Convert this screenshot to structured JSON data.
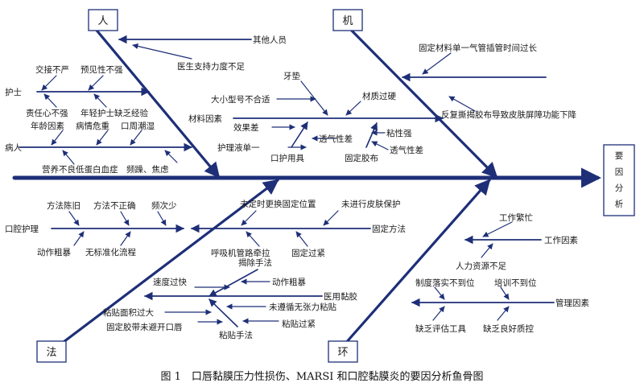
{
  "caption": "图 1　口唇黏膜压力性损伤、MARSI 和口腔黏膜炎的要因分析鱼骨图",
  "effect": "要因分析",
  "effect_chars": [
    "要",
    "因",
    "分",
    "析"
  ],
  "categories": {
    "ren": "人",
    "ji": "机",
    "fa": "法",
    "huan": "环"
  },
  "ren": {
    "other": "其他人员",
    "doctor": "医生支持力度不足",
    "nurse": "护士",
    "nurse_c1": "交接不严",
    "nurse_c2": "预见性不强",
    "nurse_c3": "责任心不强",
    "nurse_c4": "年轻护士缺乏经验",
    "patient": "病人",
    "pat_c1": "年龄因素",
    "pat_c2": "病情危重",
    "pat_c3": "口周潮湿",
    "pat_c4": "营养不良低蛋白血症　频躁、焦虑"
  },
  "ji": {
    "tube": "固定材料单一气管插管时间过长",
    "tape_repeat": "反复撕揭胶布导致皮肤屏障功能下降",
    "material": "材料因素",
    "pad": "牙垫",
    "size": "大小型号不合适",
    "hard": "材质过硬",
    "effect_poor": "效果差",
    "single": "护理液单一",
    "oral_tool": "口护用具",
    "breath1": "透气性差",
    "sticky": "粘性强",
    "breath2": "透气性差",
    "tape": "固定胶布"
  },
  "fa": {
    "oral": "口腔护理",
    "old": "方法陈旧",
    "wrong": "方法不正确",
    "freq": "频次少",
    "rough1": "动作粗暴",
    "nostd": "无标准化流程",
    "notime": "未定时更换固定位置",
    "noskin": "未进行皮肤保护",
    "fix": "固定方法",
    "pull": "呼吸机管路牵拉",
    "tight": "固定过紧",
    "remove": "揭除手法",
    "fast": "速度过快",
    "rough2": "动作粗暴",
    "tape_med": "医用黏胶",
    "area": "粘贴面积过大",
    "notension": "未遵循无张力粘贴",
    "avoid": "固定胶带未避开口唇",
    "stick_tech": "粘贴手法",
    "stick_tight": "粘贴过紧"
  },
  "huan": {
    "busy": "工作繁忙",
    "work": "工作因素",
    "lack": "人力资源不足",
    "policy": "制度落实不到位",
    "train": "培训不到位",
    "mgmt": "管理因素",
    "eval": "缺乏评估工具",
    "qc": "缺乏良好质控"
  }
}
